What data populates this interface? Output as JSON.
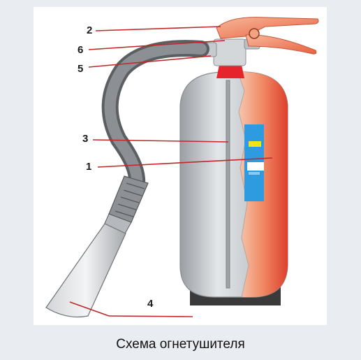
{
  "caption": "Схема огнетушителя",
  "callouts": {
    "c1": "1",
    "c2": "2",
    "c3": "3",
    "c4": "4",
    "c5": "5",
    "c6": "6"
  },
  "colors": {
    "background": "#e9edf1",
    "panel": "#ffffff",
    "cylinder_silver": "#c8cbcf",
    "cylinder_red": "#e8442c",
    "leader_line": "#c0282a",
    "hose": "#6f7376",
    "insert_blue": "#2e9be0",
    "insert_yellow": "#f2e318",
    "base": "#3a3a3a"
  }
}
